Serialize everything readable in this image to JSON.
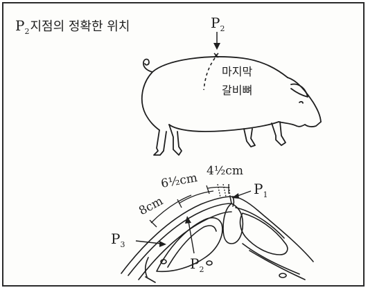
{
  "title": {
    "prefix": "P",
    "subscript": "2",
    "suffix": "지점의 정확한 위치"
  },
  "pig": {
    "marker_label": {
      "letter": "P",
      "sub": "2"
    },
    "rib_label_line1": "마지막",
    "rib_label_line2": "갈비뼈"
  },
  "cross_section": {
    "measurements": [
      "8cm",
      "6½cm",
      "4½cm"
    ],
    "points": [
      {
        "letter": "P",
        "sub": "1"
      },
      {
        "letter": "P",
        "sub": "2"
      },
      {
        "letter": "P",
        "sub": "3"
      }
    ]
  },
  "colors": {
    "ink": "#1e1e1e",
    "border": "#2a2a2a",
    "paper": "#fdfdfb"
  }
}
